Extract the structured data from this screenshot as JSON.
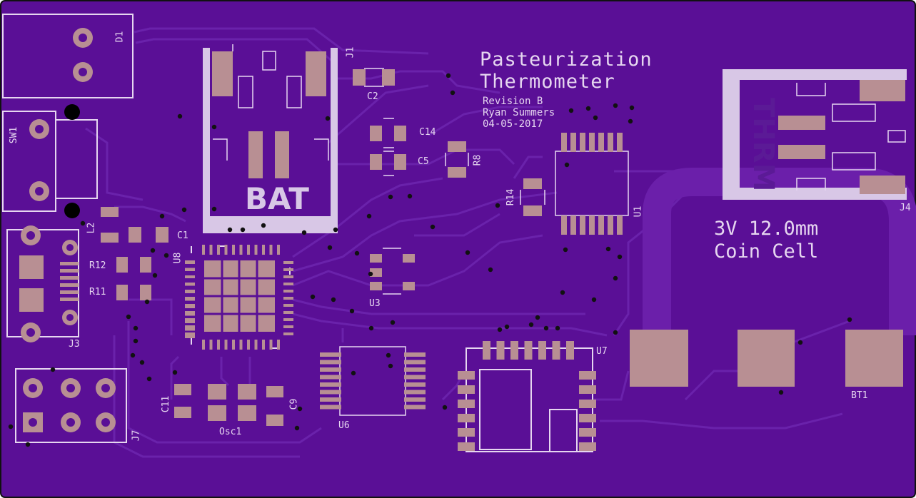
{
  "board": {
    "background": "#5a0f96",
    "copper_color": "#b88f93",
    "silk_color": "#e6d6f0",
    "trace_color": "#6a1fa8",
    "title_line1": "Pasteurization",
    "title_line2": "Thermometer",
    "revision": "Revision B",
    "author": "Ryan Summers",
    "date": "04-05-2017",
    "battery_text": "BAT",
    "thermistor_text": "THRM",
    "coin_line1": "3V 12.0mm",
    "coin_line2": "Coin Cell"
  },
  "designators": {
    "d1": "D1",
    "sw1": "SW1",
    "j1": "J1",
    "j3": "J3",
    "j4": "J4",
    "j7": "J7",
    "c1": "C1",
    "c2": "C2",
    "c5": "C5",
    "c9": "C9",
    "c11": "C11",
    "c14": "C14",
    "l2": "L2",
    "r8": "R8",
    "r11": "R11",
    "r12": "R12",
    "r14": "R14",
    "u1": "U1",
    "u3": "U3",
    "u6": "U6",
    "u7": "U7",
    "u8": "U8",
    "osc1": "Osc1",
    "bt1": "BT1"
  }
}
